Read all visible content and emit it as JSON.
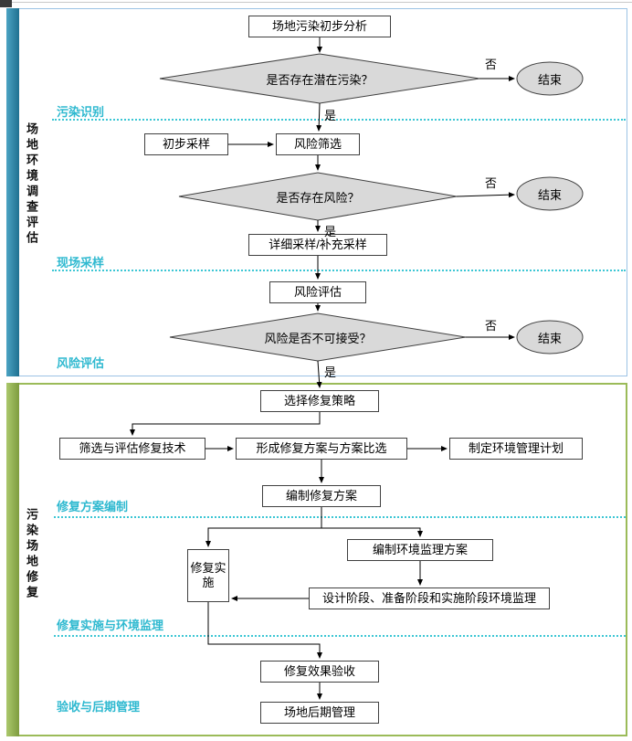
{
  "sections": {
    "investigation": {
      "label": "场地环境调查评估",
      "subsections": {
        "identify": {
          "label": "污染识别"
        },
        "sampling": {
          "label": "现场采样"
        },
        "risk": {
          "label": "风险评估"
        }
      }
    },
    "remediation": {
      "label": "污染场地修复",
      "subsections": {
        "plan": {
          "label": "修复方案编制"
        },
        "implement": {
          "label": "修复实施与环境监理"
        },
        "acceptance": {
          "label": "验收与后期管理"
        }
      }
    }
  },
  "nodes": {
    "preliminary_analysis": "场地污染初步分析",
    "potential_pollution_q": "是否存在潜在污染？",
    "end": "结束",
    "preliminary_sampling": "初步采样",
    "risk_screening": "风险筛选",
    "risk_exist_q": "是否存在风险？",
    "detailed_sampling": "详细采样/补充采样",
    "risk_assessment": "风险评估",
    "risk_unacceptable_q": "风险是否不可接受？",
    "select_strategy": "选择修复策略",
    "screen_evaluate_tech": "筛选与评估修复技术",
    "form_compare_plan": "形成修复方案与方案比选",
    "env_mgmt_plan": "制定环境管理计划",
    "compile_plan": "编制修复方案",
    "supervision_plan": "编制环境监理方案",
    "implementation": "修复实施",
    "stage_supervision": "设计阶段、准备阶段和实施阶段环境监理",
    "effect_acceptance": "修复效果验收",
    "post_management": "场地后期管理"
  },
  "edge_labels": {
    "yes": "是",
    "no": "否"
  },
  "colors": {
    "investigation_tab": "#2E86A8",
    "investigation_border": "#9CC3E5",
    "remediation_tab": "#8FAF49",
    "remediation_border": "#9BBB59",
    "divider": "#3BC6D4",
    "subsection_label": "#2FB9D0",
    "shape_fill": "#D9D9D9",
    "shape_border": "#404040"
  }
}
